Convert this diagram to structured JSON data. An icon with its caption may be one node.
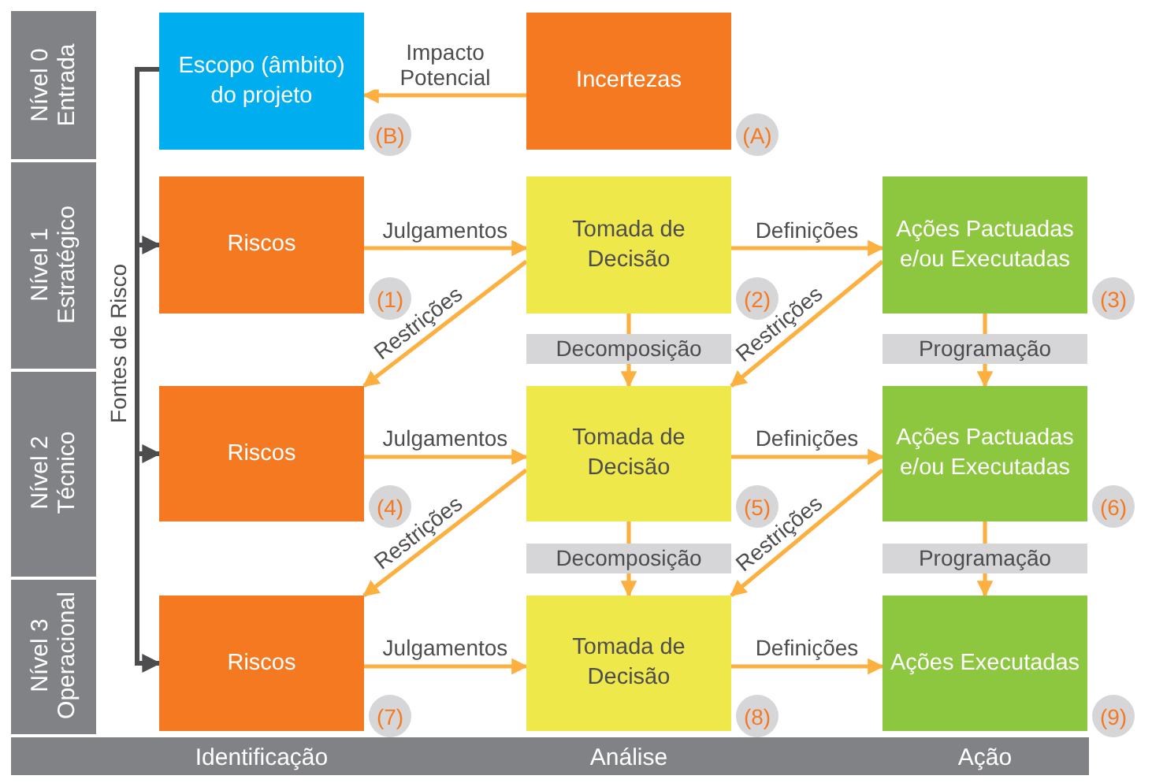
{
  "diagram": {
    "nodes": [
      {
        "text": [
          "Escopo (âmbito) do projeto"
        ],
        "beside": [
          "(B)"
        ]
      },
      {
        "text": [
          "Incertezas"
        ],
        "beside": [
          "(A)"
        ]
      },
      {
        "text": [
          "Riscos"
        ],
        "beside": [
          "(1)"
        ]
      },
      {
        "text": [
          "Tomada de Decisão"
        ],
        "beside": [
          "(2)"
        ]
      },
      {
        "text": [
          "Ações Pactuadas e/ou Executadas"
        ],
        "beside": [
          "(3)"
        ]
      },
      {
        "text": [
          "Riscos"
        ],
        "beside": [
          "(4)"
        ]
      },
      {
        "text": [
          "Tomada de Decisão"
        ],
        "beside": [
          "(5)"
        ]
      },
      {
        "text": [
          "Ações Pactuadas e/ou Executadas"
        ],
        "beside": [
          "(6)"
        ]
      },
      {
        "text": [
          "Riscos"
        ],
        "beside": [
          "(7)"
        ]
      },
      {
        "text": [
          "Tomada de Decisão"
        ],
        "beside": [
          "(8)"
        ]
      },
      {
        "text": [
          "Ações Executadas"
        ],
        "beside": [
          "(9)"
        ]
      }
    ],
    "edges": [
      {
        "from": 1,
        "to": 0,
        "arrow": "to",
        "label": "Impacto Potencial"
      },
      {
        "from": 2,
        "to": 3,
        "arrow": "to",
        "label": "Julgamentos"
      },
      {
        "from": 3,
        "to": 4,
        "arrow": "to",
        "label": "Definições"
      },
      {
        "from": 3,
        "to": 6,
        "arrow": "to",
        "label": "Decomposição"
      },
      {
        "from": 4,
        "to": 7,
        "arrow": "to",
        "label": "Programação"
      },
      {
        "from": 3,
        "to": 5,
        "arrow": "to",
        "label": "Restrições"
      },
      {
        "from": 4,
        "to": 6,
        "arrow": "to",
        "label": "Restrições"
      },
      {
        "from": 5,
        "to": 6,
        "arrow": "to",
        "label": "Julgamentos"
      },
      {
        "from": 6,
        "to": 7,
        "arrow": "to",
        "label": "Definições"
      },
      {
        "from": 6,
        "to": 9,
        "arrow": "to",
        "label": "Decomposição"
      },
      {
        "from": 7,
        "to": 10,
        "arrow": "to",
        "label": "Programação"
      },
      {
        "from": 6,
        "to": 8,
        "arrow": "to",
        "label": "Restrições"
      },
      {
        "from": 7,
        "to": 9,
        "arrow": "to",
        "label": "Restrições"
      },
      {
        "from": 8,
        "to": 9,
        "arrow": "to",
        "label": "Julgamentos"
      },
      {
        "from": 9,
        "to": 10,
        "arrow": "to",
        "label": "Definições"
      },
      {
        "from": 0,
        "to": 2,
        "arrow": "to",
        "label": "Fontes de Risco",
        "color": "#4d4d4f"
      },
      {
        "from": 0,
        "to": 5,
        "arrow": "to",
        "color": "#4d4d4f"
      },
      {
        "from": 0,
        "to": 8,
        "arrow": "to",
        "color": "#4d4d4f"
      }
    ],
    "labels": [
      "Nível 0 Entrada",
      "Nível 1 Estratégico",
      "Nível 2 Técnico",
      "Nível 3 Operacional",
      "Identificação",
      "Análise",
      "Ação"
    ]
  }
}
